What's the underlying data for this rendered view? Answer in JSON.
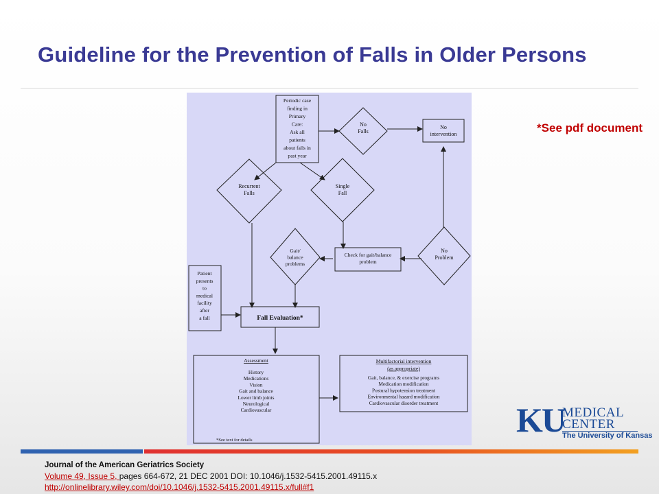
{
  "slide": {
    "title": "Guideline for the Prevention of Falls in Older Persons",
    "note": "*See pdf document"
  },
  "flowchart": {
    "periodic_case_lines": [
      "Periodic case",
      "finding in",
      "Primary",
      "Care:",
      "Ask all",
      "patients",
      "about falls in",
      "past year"
    ],
    "no_falls_lines": [
      "No",
      "Falls"
    ],
    "no_intervention_lines": [
      "No",
      "intervention"
    ],
    "recurrent_falls_lines": [
      "Recurrent",
      "Falls"
    ],
    "single_fall_lines": [
      "Single",
      "Fall"
    ],
    "gait_problems_lines": [
      "Gait/",
      "balance",
      "problems"
    ],
    "check_gait_lines": [
      "Check for gait/balance",
      "problem"
    ],
    "no_problem_lines": [
      "No",
      "Problem"
    ],
    "patient_presents_lines": [
      "Patient",
      "presents",
      "to",
      "medical",
      "facility",
      "after",
      "a fall"
    ],
    "fall_evaluation": "Fall Evaluation*",
    "assessment": {
      "heading": "Assessment",
      "items": [
        "History",
        "Medications",
        "Vision",
        "Gait and balance",
        "Lower limb joints",
        "Neurological",
        "Cardiovascular"
      ]
    },
    "multifactorial": {
      "heading_lines": [
        "Multifactorial intervention",
        "(as appropriate)"
      ],
      "items": [
        "Gait, balance, & exercise programs",
        "Medication modification",
        "Postural hypotension treatment",
        "Environmental hazard modification",
        "Cardiovascular disorder treatment"
      ]
    },
    "footnote": "*See text for details"
  },
  "logo": {
    "mark": "KU",
    "line1": "MEDICAL",
    "line2": "CENTER",
    "line3": "The University of Kansas"
  },
  "citation": {
    "journal": "Journal of the American Geriatrics Society",
    "volume_link": "Volume 49, Issue 5, ",
    "details": "pages 664-672, 21 DEC 2001 DOI: 10.1046/j.1532-5415.2001.49115.x",
    "url": "http://onlinelibrary.wiley.com/doi/10.1046/j.1532-5415.2001.49115.x/full#f1"
  },
  "colors": {
    "title": "#3a3a94",
    "note": "#c00000",
    "flowchart_bg": "#d8d8f7",
    "logo": "#1b4a96",
    "stripe_blue": "#2f62b0",
    "stripe_red": "#e03030"
  }
}
